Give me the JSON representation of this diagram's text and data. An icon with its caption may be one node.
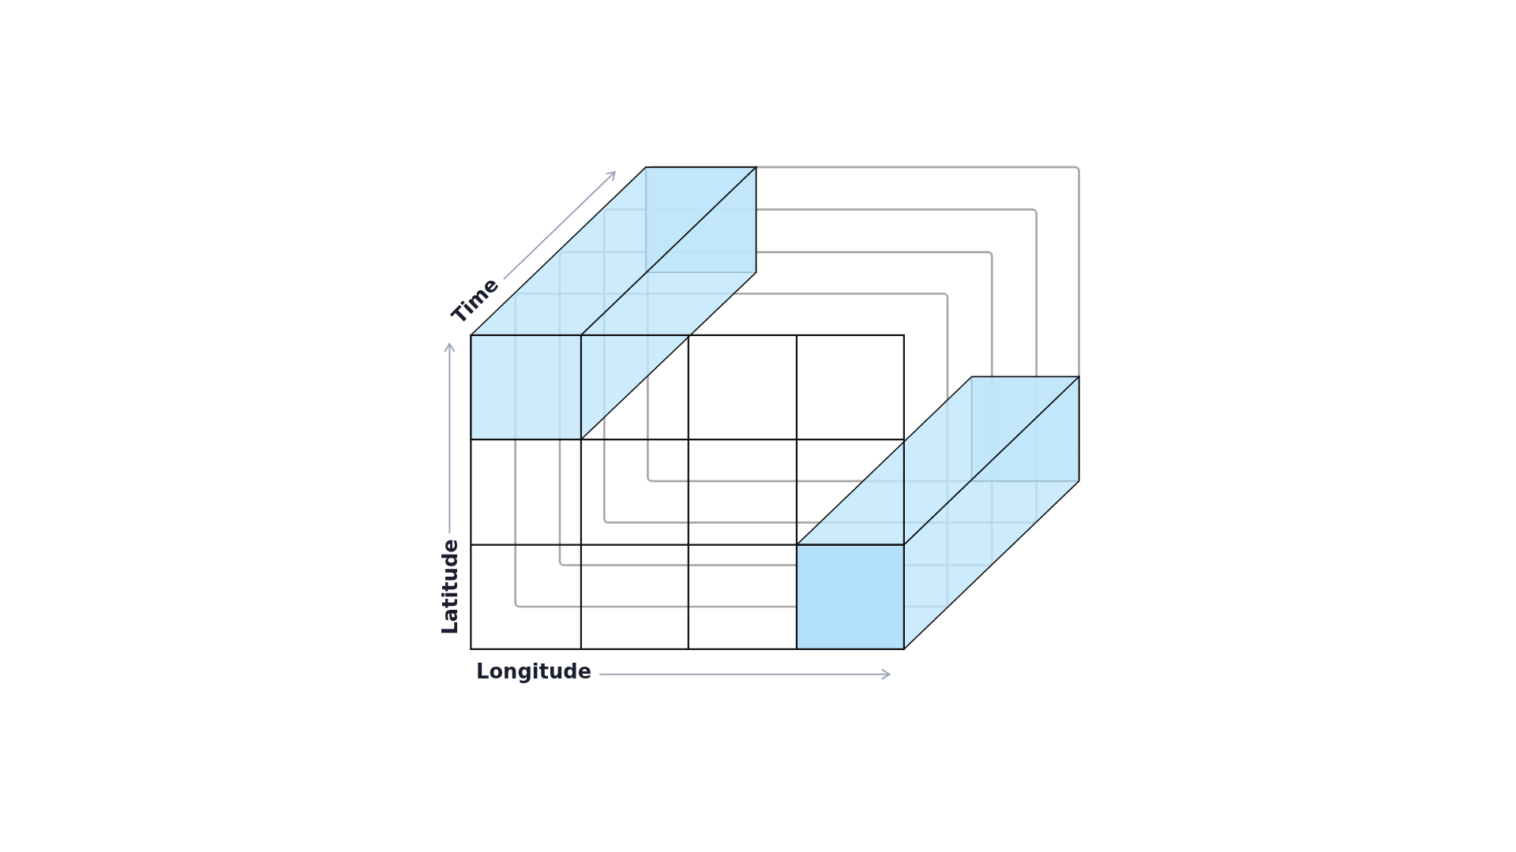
{
  "diagram": {
    "labels": [
      "Time",
      "Latitude",
      "Longitude"
    ]
  }
}
